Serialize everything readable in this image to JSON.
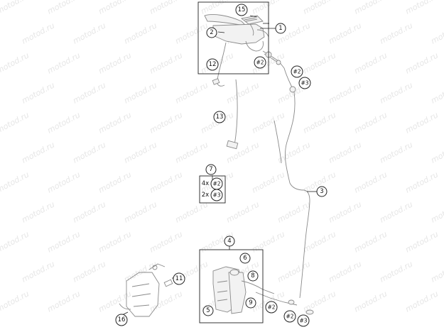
{
  "watermark": "motod.ru",
  "callouts": {
    "c1": "1",
    "c2": "2",
    "c3": "3",
    "c4": "4",
    "c5": "5",
    "c6": "6",
    "c7": "7",
    "c8": "8",
    "c9": "9",
    "c11": "11",
    "c12": "12",
    "c13": "13",
    "c15": "15",
    "c16": "16"
  },
  "hardware": {
    "h2": "#2",
    "h3": "#3"
  },
  "kit": {
    "qty_a": "4x",
    "qty_b": "2x"
  }
}
